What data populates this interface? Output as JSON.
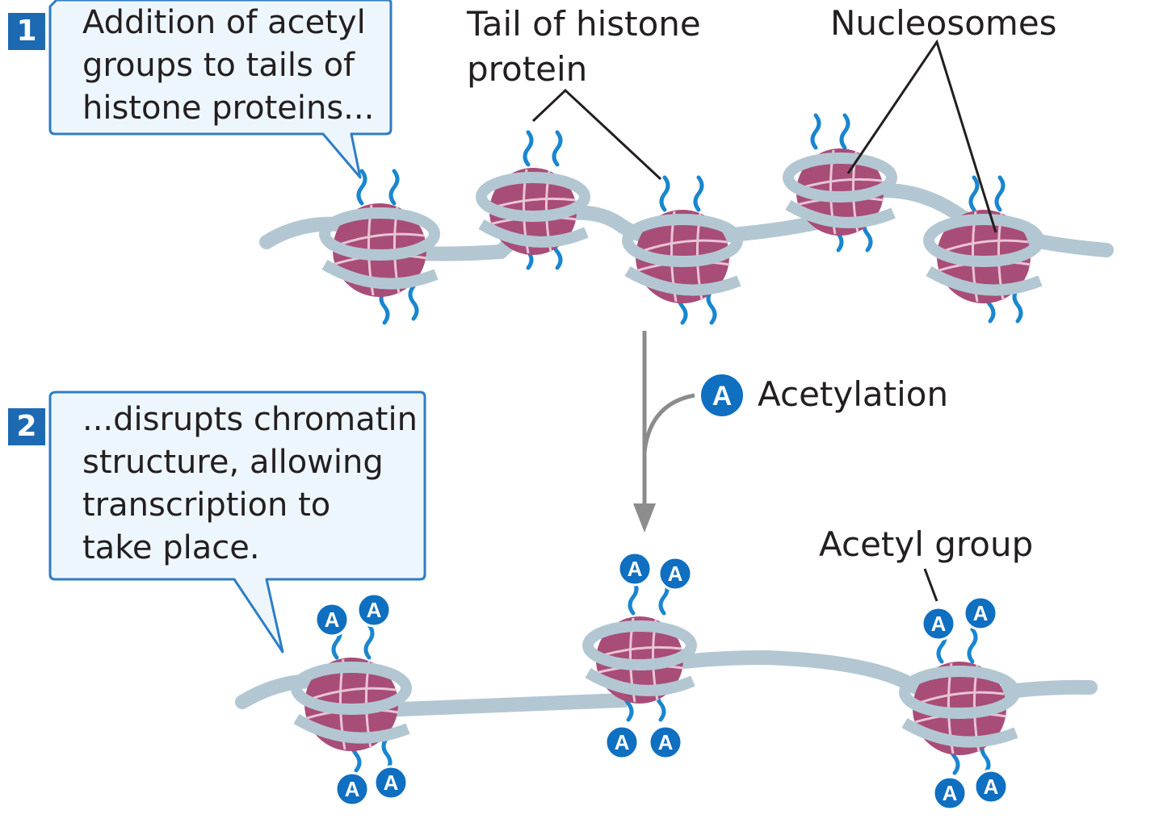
{
  "colors": {
    "callout_fill": "#eef6fd",
    "callout_border": "#2e7dc4",
    "step_badge": "#1d69b2",
    "dna_strand": "#b3c7d3",
    "histone_core": "#a84d78",
    "histone_tail": "#1a86cf",
    "acetyl_badge": "#0f6fc0",
    "arrow": "#8c8c8c"
  },
  "step1": {
    "number": "1",
    "text": "Addition of acetyl\ngroups to tails of\nhistone proteins..."
  },
  "step2": {
    "number": "2",
    "text": "...disrupts chromatin\nstructure, allowing\ntranscription to\ntake place."
  },
  "labels": {
    "tail": "Tail of histone\nprotein",
    "nucleosomes": "Nucleosomes",
    "acetylation": "Acetylation",
    "acetyl_group": "Acetyl group"
  },
  "acetyl_symbol": "A",
  "top_nucleosome_count": 5,
  "bottom_nucleosome_count": 3
}
